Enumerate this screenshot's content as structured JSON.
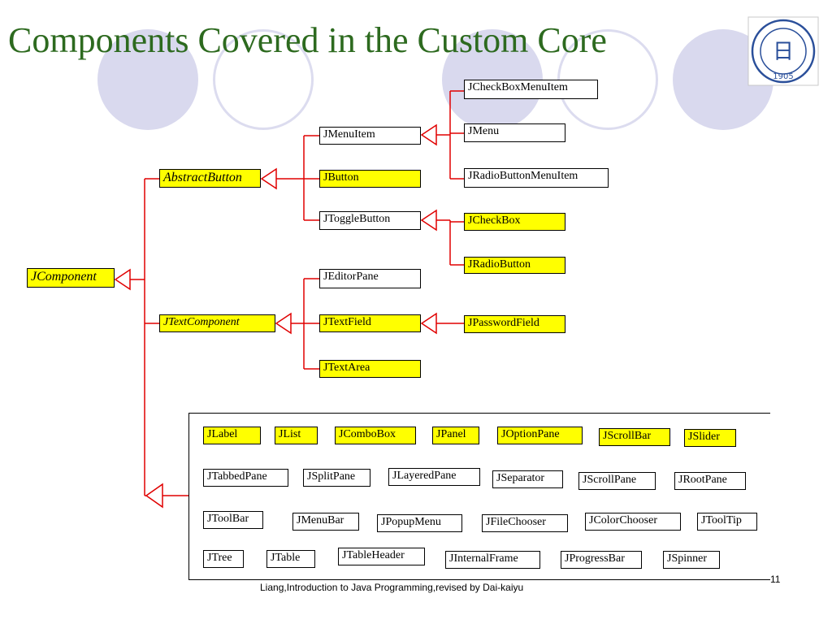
{
  "title": "Components Covered in the Custom Core",
  "logo": {
    "year": "1905",
    "emblem_char": "日"
  },
  "diagram": {
    "root": "JComponent",
    "level1": [
      "AbstractButton",
      "JTextComponent"
    ],
    "abstract_button_children": [
      "JMenuItem",
      "JButton",
      "JToggleButton"
    ],
    "menuitem_children": [
      "JCheckBoxMenuItem",
      "JMenu",
      "JRadioButtonMenuItem"
    ],
    "togglebutton_children": [
      "JCheckBox",
      "JRadioButton"
    ],
    "text_component_children": [
      "JEditorPane",
      "JTextField",
      "JTextArea"
    ],
    "textfield_children": [
      "JPasswordField"
    ],
    "group_rows": [
      [
        "JLabel",
        "JList",
        "JComboBox",
        "JPanel",
        "JOptionPane",
        "JScrollBar",
        "JSlider"
      ],
      [
        "JTabbedPane",
        "JSplitPane",
        "JLayeredPane",
        "JSeparator",
        "JScrollPane",
        "JRootPane"
      ],
      [
        "JToolBar",
        "JMenuBar",
        "JPopupMenu",
        "JFileChooser",
        "JColorChooser",
        "JToolTip"
      ],
      [
        "JTree",
        "JTable",
        "JTableHeader",
        "JInternalFrame",
        "JProgressBar",
        "JSpinner"
      ]
    ],
    "highlighted": [
      "JComponent",
      "AbstractButton",
      "JTextComponent",
      "JButton",
      "JCheckBox",
      "JRadioButton",
      "JTextField",
      "JTextArea",
      "JPasswordField",
      "JLabel",
      "JList",
      "JComboBox",
      "JPanel",
      "JOptionPane",
      "JScrollBar",
      "JSlider"
    ],
    "colors": {
      "highlight": "#ffff00",
      "connector": "#e00000",
      "title": "#2d6a1f",
      "decoration": "#d9d9ee"
    }
  },
  "footer": "Liang,Introduction to Java Programming,revised by Dai-kaiyu",
  "page_number": "11"
}
